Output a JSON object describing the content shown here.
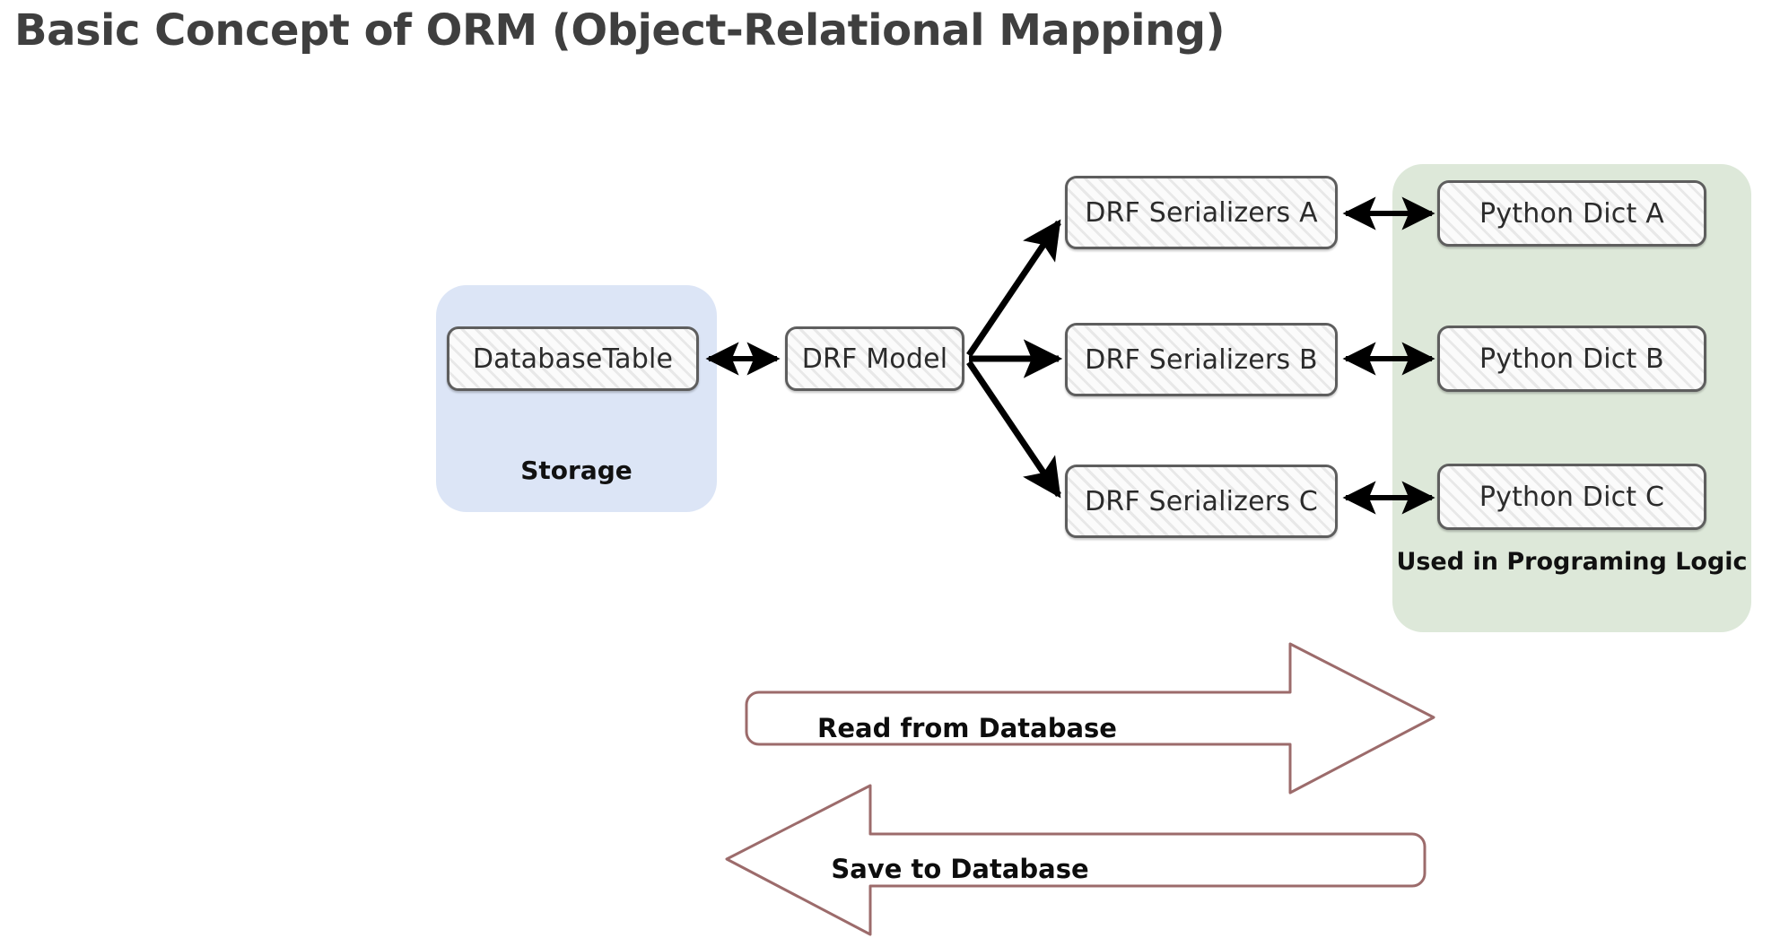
{
  "title": "Basic Concept of ORM (Object-Relational Mapping)",
  "colors": {
    "title_text": "#3f3f3f",
    "storage_panel": "#dce5f6",
    "logic_panel": "#dde8d9",
    "node_border": "#5e5e5e",
    "node_fill": "#fbfbfb",
    "arrow": "#000000",
    "banner_outline": "#9c6b6b",
    "banner_fill": "#ffffff"
  },
  "groups": {
    "storage": {
      "label": "Storage"
    },
    "logic": {
      "label": "Used in Programing Logic"
    }
  },
  "nodes": {
    "database_table": "DatabaseTable",
    "drf_model": "DRF Model",
    "serializer_a": "DRF Serializers A",
    "serializer_b": "DRF Serializers B",
    "serializer_c": "DRF Serializers C",
    "dict_a": "Python Dict A",
    "dict_b": "Python Dict B",
    "dict_c": "Python Dict C"
  },
  "banners": {
    "read": {
      "label": "Read from Database",
      "direction": "right"
    },
    "save": {
      "label": "Save to Database",
      "direction": "left"
    }
  },
  "connections": [
    {
      "from": "database_table",
      "to": "drf_model",
      "arrow": "bidirectional"
    },
    {
      "from": "drf_model",
      "to": "serializer_a",
      "arrow": "forward"
    },
    {
      "from": "drf_model",
      "to": "serializer_b",
      "arrow": "forward"
    },
    {
      "from": "drf_model",
      "to": "serializer_c",
      "arrow": "forward"
    },
    {
      "from": "serializer_a",
      "to": "dict_a",
      "arrow": "bidirectional"
    },
    {
      "from": "serializer_b",
      "to": "dict_b",
      "arrow": "bidirectional"
    },
    {
      "from": "serializer_c",
      "to": "dict_c",
      "arrow": "bidirectional"
    }
  ]
}
